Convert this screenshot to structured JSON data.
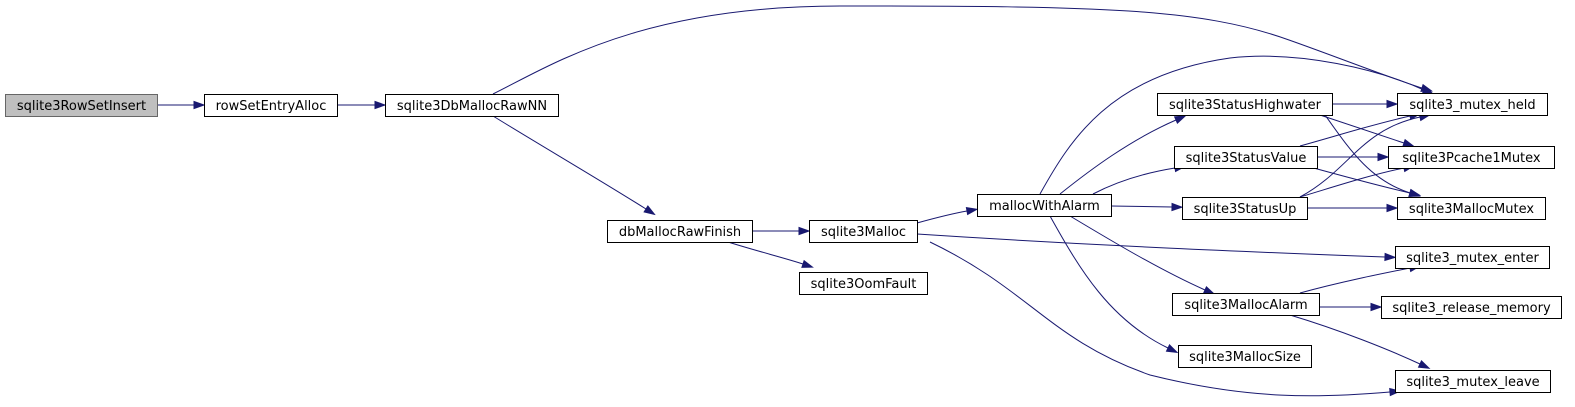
{
  "diagram": {
    "type": "call-graph",
    "nodes": [
      {
        "id": "sqlite3RowSetInsert",
        "label": "sqlite3RowSetInsert",
        "root": true
      },
      {
        "id": "rowSetEntryAlloc",
        "label": "rowSetEntryAlloc"
      },
      {
        "id": "sqlite3DbMallocRawNN",
        "label": "sqlite3DbMallocRawNN"
      },
      {
        "id": "dbMallocRawFinish",
        "label": "dbMallocRawFinish"
      },
      {
        "id": "sqlite3Malloc",
        "label": "sqlite3Malloc"
      },
      {
        "id": "sqlite3OomFault",
        "label": "sqlite3OomFault"
      },
      {
        "id": "mallocWithAlarm",
        "label": "mallocWithAlarm"
      },
      {
        "id": "sqlite3StatusHighwater",
        "label": "sqlite3StatusHighwater"
      },
      {
        "id": "sqlite3StatusValue",
        "label": "sqlite3StatusValue"
      },
      {
        "id": "sqlite3StatusUp",
        "label": "sqlite3StatusUp"
      },
      {
        "id": "sqlite3MallocAlarm",
        "label": "sqlite3MallocAlarm"
      },
      {
        "id": "sqlite3MallocSize",
        "label": "sqlite3MallocSize"
      },
      {
        "id": "sqlite3_mutex_held",
        "label": "sqlite3_mutex_held"
      },
      {
        "id": "sqlite3Pcache1Mutex",
        "label": "sqlite3Pcache1Mutex"
      },
      {
        "id": "sqlite3MallocMutex",
        "label": "sqlite3MallocMutex"
      },
      {
        "id": "sqlite3_mutex_enter",
        "label": "sqlite3_mutex_enter"
      },
      {
        "id": "sqlite3_release_memory",
        "label": "sqlite3_release_memory"
      },
      {
        "id": "sqlite3_mutex_leave",
        "label": "sqlite3_mutex_leave"
      }
    ],
    "edges": [
      {
        "from": "sqlite3RowSetInsert",
        "to": "rowSetEntryAlloc"
      },
      {
        "from": "rowSetEntryAlloc",
        "to": "sqlite3DbMallocRawNN"
      },
      {
        "from": "sqlite3DbMallocRawNN",
        "to": "sqlite3_mutex_held"
      },
      {
        "from": "sqlite3DbMallocRawNN",
        "to": "dbMallocRawFinish"
      },
      {
        "from": "dbMallocRawFinish",
        "to": "sqlite3Malloc"
      },
      {
        "from": "dbMallocRawFinish",
        "to": "sqlite3OomFault"
      },
      {
        "from": "sqlite3Malloc",
        "to": "mallocWithAlarm"
      },
      {
        "from": "sqlite3Malloc",
        "to": "sqlite3_mutex_enter"
      },
      {
        "from": "sqlite3Malloc",
        "to": "sqlite3_mutex_leave"
      },
      {
        "from": "mallocWithAlarm",
        "to": "sqlite3_mutex_held"
      },
      {
        "from": "mallocWithAlarm",
        "to": "sqlite3StatusHighwater"
      },
      {
        "from": "mallocWithAlarm",
        "to": "sqlite3StatusValue"
      },
      {
        "from": "mallocWithAlarm",
        "to": "sqlite3StatusUp"
      },
      {
        "from": "mallocWithAlarm",
        "to": "sqlite3MallocAlarm"
      },
      {
        "from": "mallocWithAlarm",
        "to": "sqlite3MallocSize"
      },
      {
        "from": "sqlite3StatusHighwater",
        "to": "sqlite3_mutex_held"
      },
      {
        "from": "sqlite3StatusHighwater",
        "to": "sqlite3Pcache1Mutex"
      },
      {
        "from": "sqlite3StatusHighwater",
        "to": "sqlite3MallocMutex"
      },
      {
        "from": "sqlite3StatusValue",
        "to": "sqlite3_mutex_held"
      },
      {
        "from": "sqlite3StatusValue",
        "to": "sqlite3Pcache1Mutex"
      },
      {
        "from": "sqlite3StatusValue",
        "to": "sqlite3MallocMutex"
      },
      {
        "from": "sqlite3StatusUp",
        "to": "sqlite3_mutex_held"
      },
      {
        "from": "sqlite3StatusUp",
        "to": "sqlite3Pcache1Mutex"
      },
      {
        "from": "sqlite3StatusUp",
        "to": "sqlite3MallocMutex"
      },
      {
        "from": "sqlite3MallocAlarm",
        "to": "sqlite3_mutex_enter"
      },
      {
        "from": "sqlite3MallocAlarm",
        "to": "sqlite3_release_memory"
      },
      {
        "from": "sqlite3MallocAlarm",
        "to": "sqlite3_mutex_leave"
      }
    ],
    "colors": {
      "edge": "#191970",
      "root_fill": "#bfbfbf",
      "node_fill": "#ffffff"
    }
  }
}
